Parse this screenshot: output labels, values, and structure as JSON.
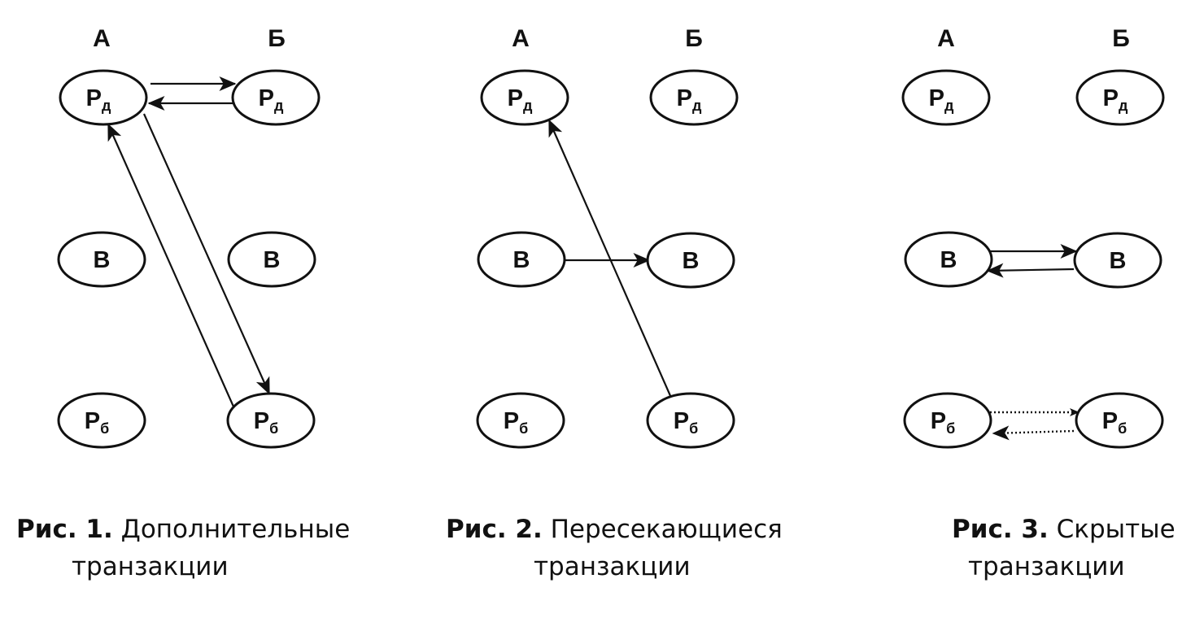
{
  "figures": [
    {
      "fig_label": "Рис. 1.",
      "caption_line1": "Дополнительные",
      "caption_line2": "транзакции",
      "columns": [
        "А",
        "Б"
      ],
      "nodes": [
        {
          "id": "A-Rd",
          "main": "Р",
          "sub": "д"
        },
        {
          "id": "B-Rd",
          "main": "Р",
          "sub": "д"
        },
        {
          "id": "A-V",
          "main": "В",
          "sub": ""
        },
        {
          "id": "B-V",
          "main": "В",
          "sub": ""
        },
        {
          "id": "A-Rb",
          "main": "Р",
          "sub": "б"
        },
        {
          "id": "B-Rb",
          "main": "Р",
          "sub": "б"
        }
      ],
      "arrows": [
        {
          "from": "A-Rd",
          "to": "B-Rd",
          "style": "solid"
        },
        {
          "from": "B-Rd",
          "to": "A-Rd",
          "style": "solid"
        },
        {
          "from": "A-Rd",
          "to": "B-Rb",
          "style": "solid"
        },
        {
          "from": "B-Rb",
          "to": "A-Rd",
          "style": "solid"
        }
      ]
    },
    {
      "fig_label": "Рис. 2.",
      "caption_line1": "Пересекающиеся",
      "caption_line2": "транзакции",
      "columns": [
        "А",
        "Б"
      ],
      "nodes": [
        {
          "id": "A-Rd",
          "main": "Р",
          "sub": "д"
        },
        {
          "id": "B-Rd",
          "main": "Р",
          "sub": "д"
        },
        {
          "id": "A-V",
          "main": "В",
          "sub": ""
        },
        {
          "id": "B-V",
          "main": "В",
          "sub": ""
        },
        {
          "id": "A-Rb",
          "main": "Р",
          "sub": "б"
        },
        {
          "id": "B-Rb",
          "main": "Р",
          "sub": "б"
        }
      ],
      "arrows": [
        {
          "from": "A-V",
          "to": "B-V",
          "style": "solid"
        },
        {
          "from": "B-Rb",
          "to": "A-Rd",
          "style": "solid"
        }
      ]
    },
    {
      "fig_label": "Рис. 3.",
      "caption_line1": "Скрытые",
      "caption_line2": "транзакции",
      "columns": [
        "А",
        "Б"
      ],
      "nodes": [
        {
          "id": "A-Rd",
          "main": "Р",
          "sub": "д"
        },
        {
          "id": "B-Rd",
          "main": "Р",
          "sub": "д"
        },
        {
          "id": "A-V",
          "main": "В",
          "sub": ""
        },
        {
          "id": "B-V",
          "main": "В",
          "sub": ""
        },
        {
          "id": "A-Rb",
          "main": "Р",
          "sub": "б"
        },
        {
          "id": "B-Rb",
          "main": "Р",
          "sub": "б"
        }
      ],
      "arrows": [
        {
          "from": "A-V",
          "to": "B-V",
          "style": "solid"
        },
        {
          "from": "B-V",
          "to": "A-V",
          "style": "solid"
        },
        {
          "from": "A-Rb",
          "to": "B-Rb",
          "style": "dotted"
        },
        {
          "from": "B-Rb",
          "to": "A-Rb",
          "style": "dotted"
        }
      ]
    }
  ]
}
